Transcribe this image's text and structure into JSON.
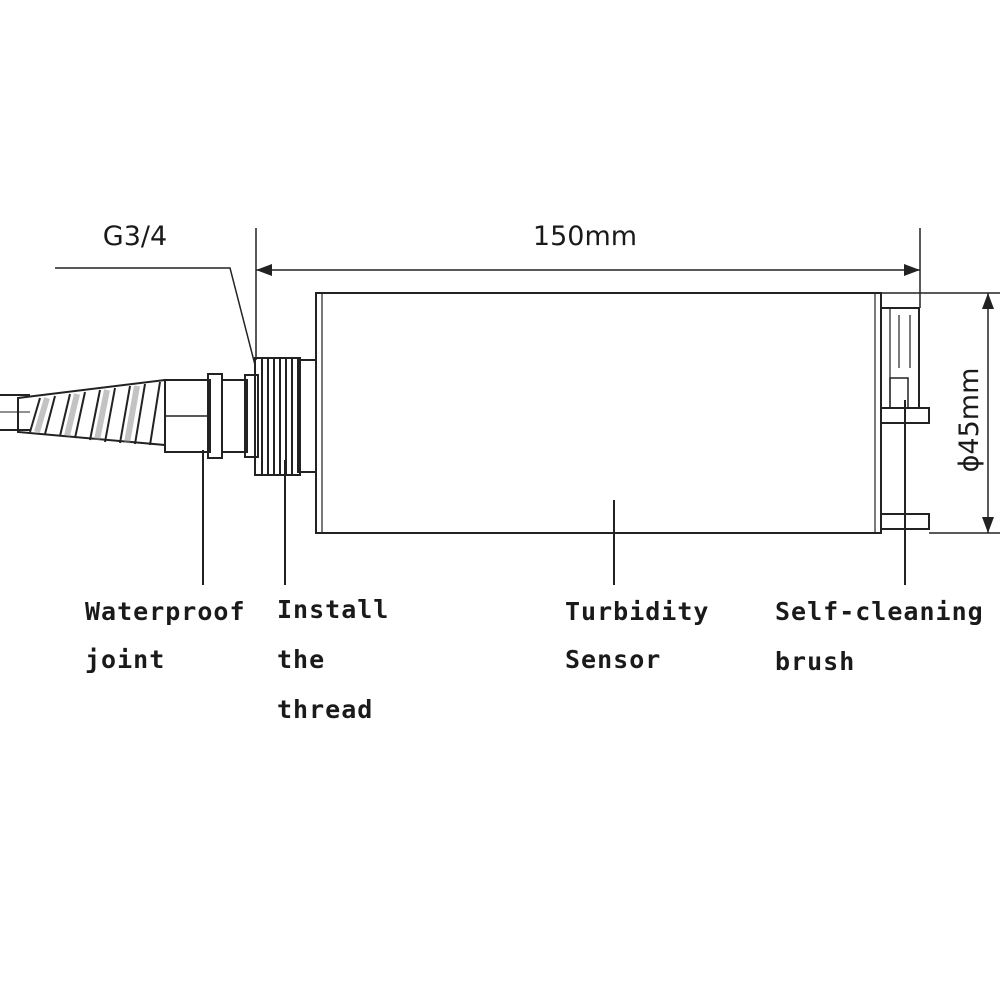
{
  "dimensions": {
    "thread_size": "G3/4",
    "length": "150mm",
    "diameter": "ϕ45mm"
  },
  "labels": {
    "waterproof_joint": [
      "Waterproof",
      "joint"
    ],
    "install_thread": [
      "Install",
      "the",
      "thread"
    ],
    "turbidity_sensor": [
      "Turbidity",
      "Sensor"
    ],
    "self_cleaning_brush": [
      "Self-cleaning",
      "brush"
    ]
  },
  "colors": {
    "line": "#222222",
    "background": "#ffffff"
  }
}
